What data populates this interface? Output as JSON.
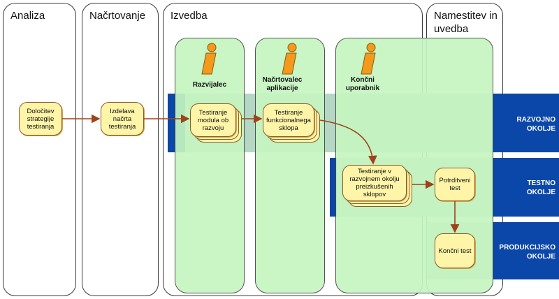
{
  "phases": [
    {
      "title": "Analiza"
    },
    {
      "title": "Načrtovanje"
    },
    {
      "title": "Izvedba"
    },
    {
      "title": "Namestitev in uvedba"
    }
  ],
  "roles": [
    "Razvijalec",
    "Načrtovalec aplikacije",
    "Končni uporabnik"
  ],
  "environments": [
    "RAZVOJNO OKOLJE",
    "TESTNO OKOLJE",
    "PRODUKCIJSKO OKOLJE"
  ],
  "nodes": {
    "strategy": "Določitev strategije testiranja",
    "plan": "Izdelava načrta testiranja",
    "module": "Testiranje modula ob razvoju",
    "functional": "Testiranje funkcionalnega sklopa",
    "testenv": "Testiranje v razvojnem okolju preizkušenih sklopov",
    "confirm": "Potrditveni test",
    "final": "Končni test"
  },
  "colors": {
    "blue_band": "#0a47a8",
    "role_green": "#c6f5c0",
    "node_fill": "#fff5a8",
    "arrow": "#a0421a",
    "icon_orange": "#f39a1c"
  }
}
